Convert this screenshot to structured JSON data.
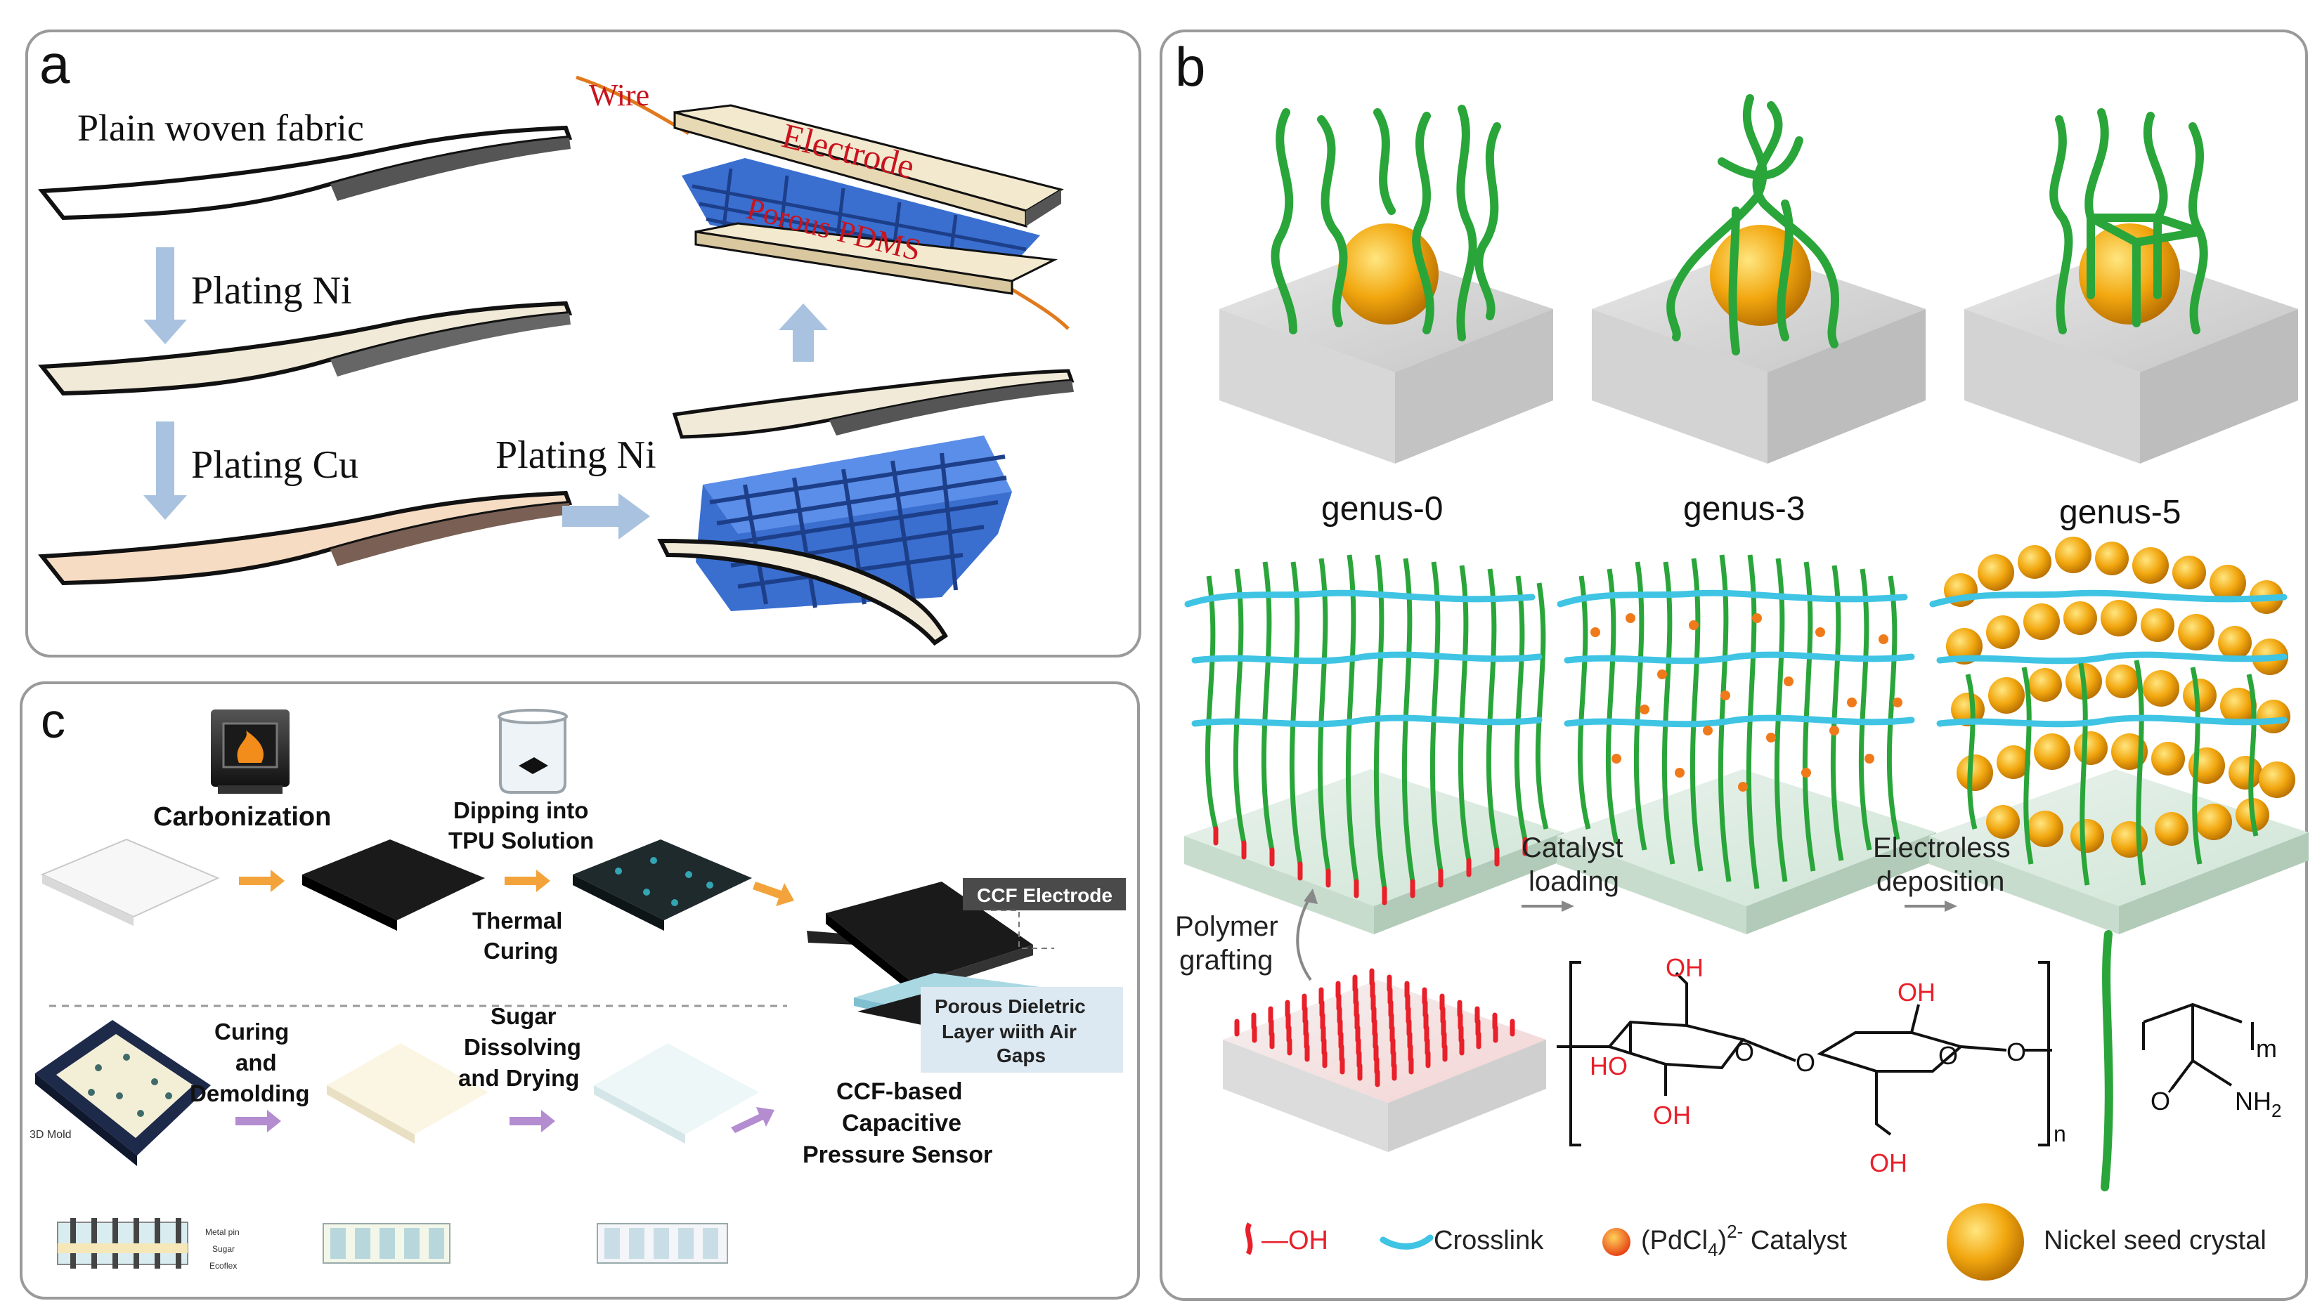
{
  "panel_a": {
    "letter": "a",
    "plain_woven_fabric": "Plain woven fabric",
    "plating_ni_1": "Plating Ni",
    "plating_cu": "Plating Cu",
    "plating_ni_2": "Plating Ni",
    "wire": "Wire",
    "electrode": "Electrode",
    "porous_pdms": "Porous PDMS"
  },
  "panel_b": {
    "letter": "b",
    "genus_0": "genus-0",
    "genus_3": "genus-3",
    "genus_5": "genus-5",
    "polymer": "Polymer",
    "grafting": "grafting",
    "catalyst": "Catalyst",
    "loading": "loading",
    "electroless": "Electroless",
    "deposition": "deposition",
    "oh_top": "OH",
    "oh_right": "OH",
    "ho_left": "HO",
    "oh_mid": "OH",
    "oh_bottom": "OH",
    "o_ring1": "O",
    "o_bridge": "O",
    "o_ring2": "O",
    "o_end": "O",
    "sub_n": "n",
    "sub_m": "m",
    "o_amide": "O",
    "nh2": "NH",
    "nh2_sub": "2",
    "legend_oh": "—OH",
    "legend_crosslink": "Crosslink",
    "legend_catalyst_a": "(PdCl",
    "legend_catalyst_sub": "4",
    "legend_catalyst_b": ")",
    "legend_catalyst_sup": "2-",
    "legend_catalyst_c": " Catalyst",
    "legend_nickel": "Nickel seed crystal"
  },
  "panel_c": {
    "letter": "c",
    "carbonization": "Carbonization",
    "dipping_1": "Dipping into",
    "dipping_2": "TPU Solution",
    "thermal_1": "Thermal",
    "thermal_2": "Curing",
    "ccf_electrode": "CCF Electrode",
    "porous_1": "Porous Dieletric",
    "porous_2": "Layer wiith Air",
    "porous_3": "Gaps",
    "curing_1": "Curing",
    "curing_2": "and",
    "curing_3": "Demolding",
    "sugar_1": "Sugar",
    "sugar_2": "Dissolving",
    "sugar_3": "and Drying",
    "sensor_1": "CCF-based",
    "sensor_2": "Capacitive",
    "sensor_3": "Pressure Sensor",
    "mold_3d": "3D Mold",
    "metal_pin": "Metal pin",
    "sugar_small": "Sugar",
    "ecoflex": "Ecoflex"
  },
  "colors": {
    "polymer_green": "#2aa53a",
    "crosslink_cyan": "#3fc4e3",
    "nickel_orange": "#f2a70f",
    "hydroxyl_red": "#e8202a",
    "arrow_blue": "#a9c2df",
    "arrow_orange": "#f3a33a",
    "arrow_purple": "#b48cd0",
    "pdms_blue": "#3a6fd0"
  }
}
